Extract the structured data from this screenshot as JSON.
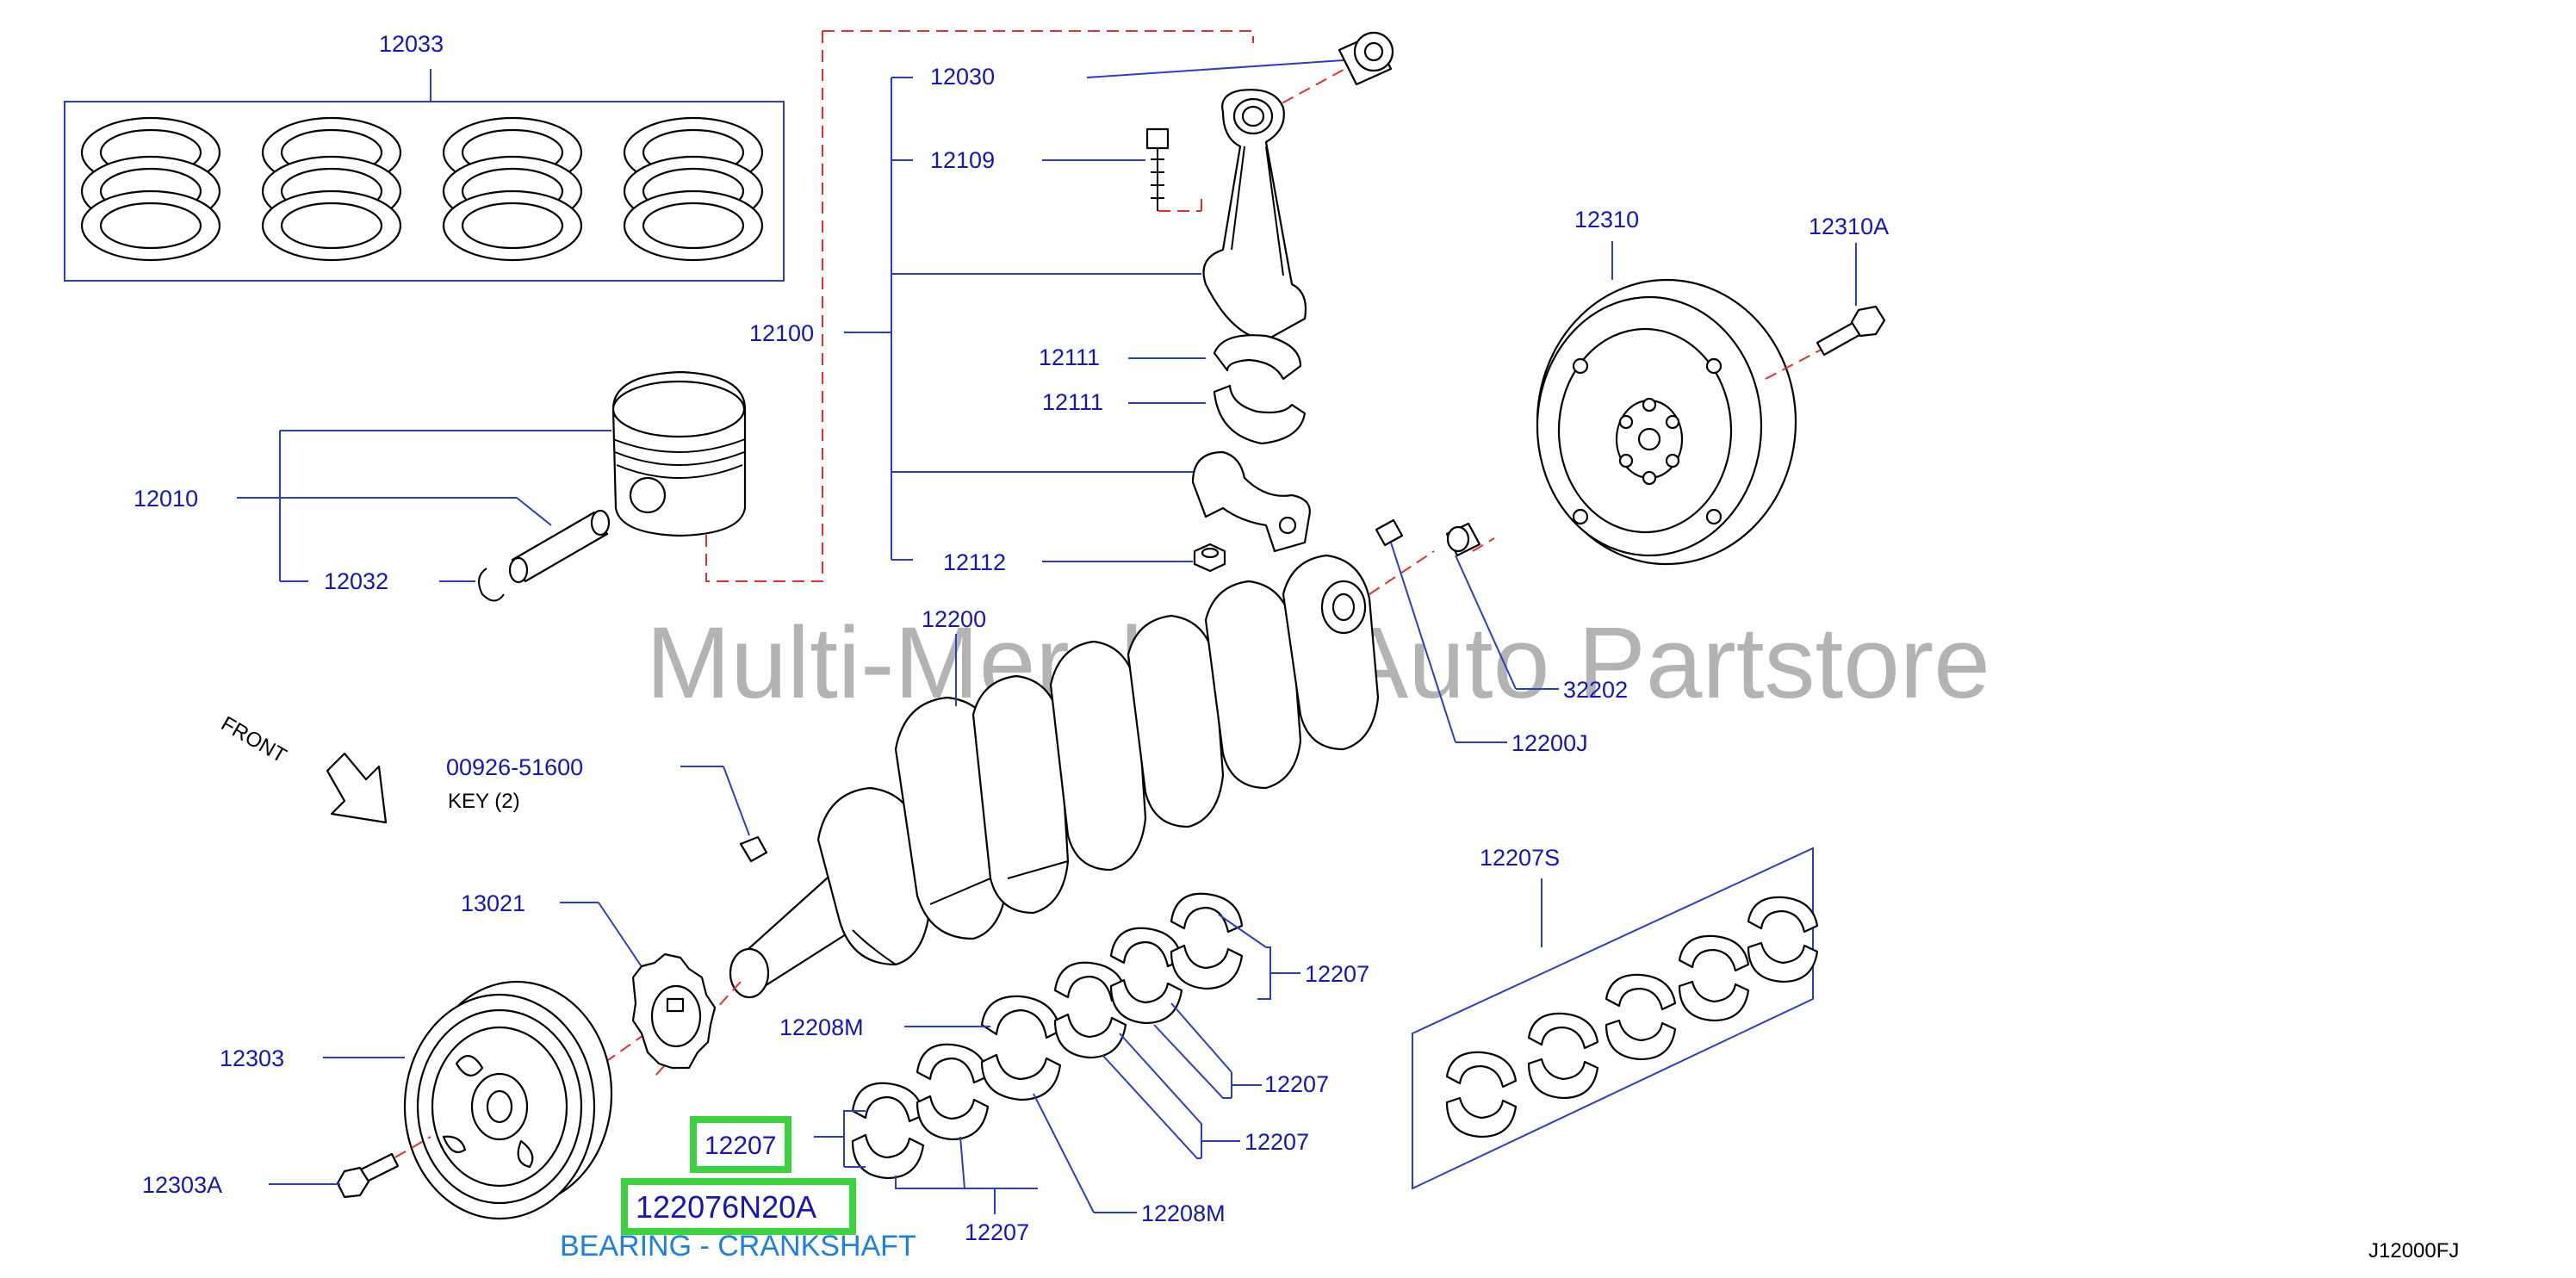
{
  "watermark": "Multi-Merchant Auto Partstore",
  "diagram_code": "J12000FJ",
  "front_label": "FRONT",
  "labels": {
    "p12033": "12033",
    "p12030": "12030",
    "p12109": "12109",
    "p12100": "12100",
    "p12111a": "12111",
    "p12111b": "12111",
    "p12112": "12112",
    "p12010": "12010",
    "p12032": "12032",
    "p12310": "12310",
    "p12310A": "12310A",
    "p12200": "12200",
    "p32202": "32202",
    "p12200J": "12200J",
    "p00926": "00926-51600",
    "key": "KEY  (2)",
    "p13021": "13021",
    "p12303": "12303",
    "p12303A": "12303A",
    "p12207S": "12207S",
    "p12207a": "12207",
    "p12208Ma": "12208M",
    "p12207b": "12207",
    "p12207c": "12207",
    "p12207d": "12207",
    "p12208Mb": "12208M"
  },
  "highlight": {
    "short_number": "12207",
    "part_number": "122076N20A",
    "description": "BEARING - CRANKSHAFT",
    "color": "#3cd43c"
  },
  "colors": {
    "label": "#1515b8",
    "leader": "#2a3fc0",
    "dashed": "#e03030",
    "caption": "#1f7fe0"
  }
}
